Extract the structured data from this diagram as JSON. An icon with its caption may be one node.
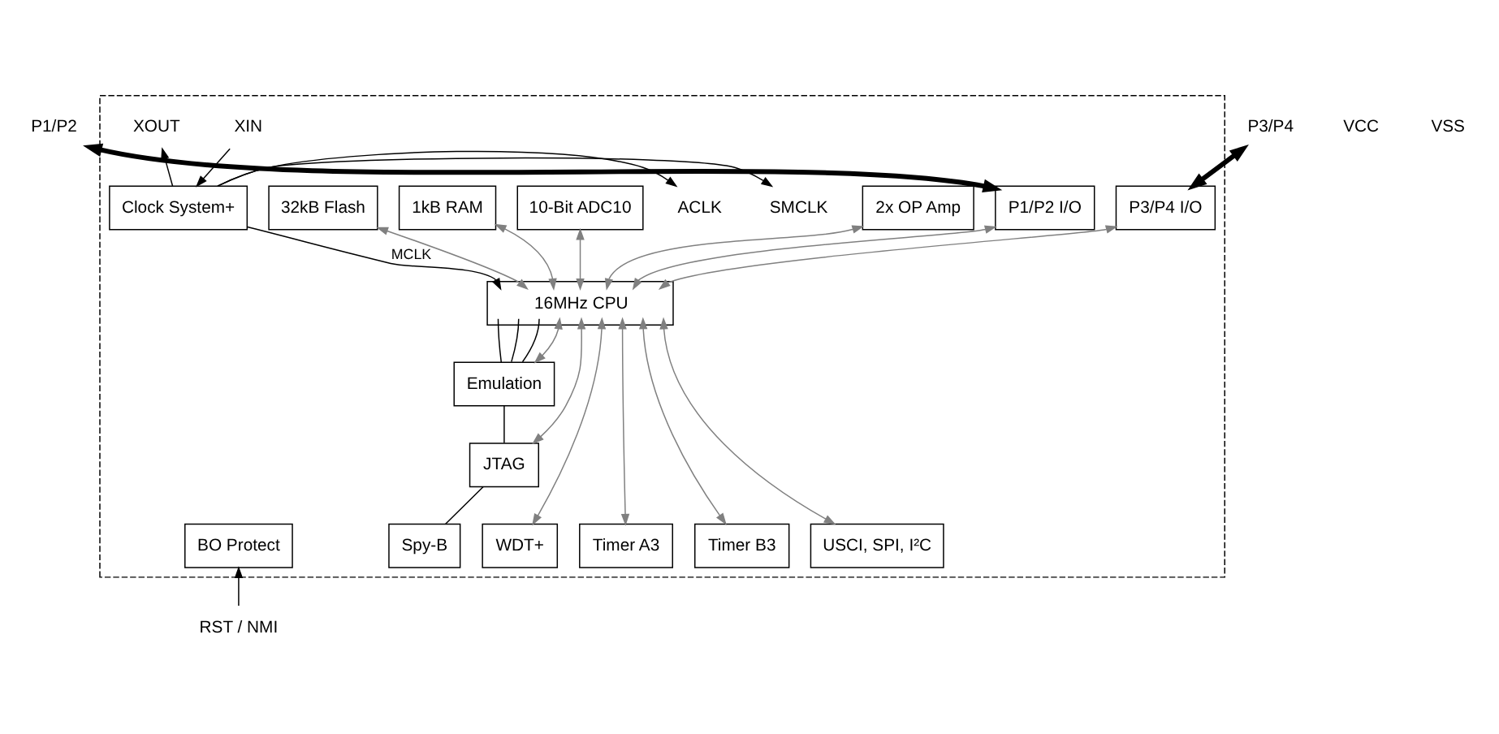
{
  "diagram": {
    "nodes": [
      {
        "text": [],
        "shape": "box"
      },
      {
        "text": [
          "Clock System+"
        ],
        "in": 0
      },
      {
        "text": [
          "32kB Flash"
        ],
        "in": 0
      },
      {
        "text": [
          "1kB RAM"
        ],
        "in": 0
      },
      {
        "text": [
          "10-Bit ADC10"
        ],
        "in": 0
      },
      {
        "text": [
          "2x OP Amp"
        ],
        "in": 0
      },
      {
        "text": [
          "P1/P2 I/O"
        ],
        "in": 0
      },
      {
        "text": [
          "P3/P4 I/O"
        ],
        "in": 0
      },
      {
        "text": [
          "16MHz CPU"
        ],
        "in": 0
      },
      {
        "text": [
          "Emulation"
        ],
        "in": 0
      },
      {
        "text": [
          "JTAG"
        ],
        "in": 0
      },
      {
        "text": [
          "Spy-B"
        ],
        "in": 0
      },
      {
        "text": [
          "BO Protect"
        ],
        "in": 0
      },
      {
        "text": [
          "WDT+"
        ],
        "in": 0
      },
      {
        "text": [
          "Timer A3"
        ],
        "in": 0
      },
      {
        "text": [
          "Timer B3"
        ],
        "in": 0
      },
      {
        "text": [
          "USCI, SPI, I²C"
        ],
        "in": 0
      },
      {
        "text": [
          "XIN"
        ],
        "in": 0
      },
      {
        "text": [
          "XOUT"
        ],
        "in": 0
      },
      {
        "text": [
          "ACLK"
        ],
        "in": 0
      },
      {
        "text": [
          "SMCLK"
        ],
        "in": 0
      },
      {
        "text": [
          "P1/P2"
        ]
      },
      {
        "text": [
          "P3/P4"
        ]
      },
      {
        "text": [
          "RST / NMI"
        ]
      }
    ],
    "edges": [
      {
        "from": 17,
        "to": 1,
        "arrow": "to"
      },
      {
        "from": 1,
        "to": 18,
        "arrow": "to"
      },
      {
        "from": 1,
        "to": 19,
        "arrow": "to"
      },
      {
        "from": 1,
        "to": 20,
        "arrow": "to"
      },
      {
        "from": 1,
        "to": 8,
        "arrow": "to",
        "label": "MCLK"
      },
      {
        "from": 21,
        "to": 6,
        "arrow": "both",
        "style": "thick"
      },
      {
        "from": 22,
        "to": 7,
        "arrow": "both",
        "style": "thick"
      },
      {
        "from": 23,
        "to": 12,
        "arrow": "to"
      },
      {
        "from": 8,
        "to": 9,
        "arrow": "none"
      },
      {
        "from": 8,
        "to": 9,
        "arrow": "none"
      },
      {
        "from": 8,
        "to": 9,
        "arrow": "none"
      },
      {
        "from": 9,
        "to": 10,
        "arrow": "none"
      },
      {
        "from": 10,
        "to": 11,
        "arrow": "none"
      },
      {
        "from": 8,
        "to": 2,
        "arrow": "both",
        "color": "#808080"
      },
      {
        "from": 8,
        "to": 3,
        "arrow": "both",
        "color": "#808080"
      },
      {
        "from": 8,
        "to": 4,
        "arrow": "both",
        "color": "#808080"
      },
      {
        "from": 8,
        "to": 5,
        "arrow": "both",
        "color": "#808080"
      },
      {
        "from": 8,
        "to": 6,
        "arrow": "both",
        "color": "#808080"
      },
      {
        "from": 8,
        "to": 7,
        "arrow": "both",
        "color": "#808080"
      },
      {
        "from": 8,
        "to": 13,
        "arrow": "both",
        "color": "#808080"
      },
      {
        "from": 8,
        "to": 14,
        "arrow": "both",
        "color": "#808080"
      },
      {
        "from": 8,
        "to": 15,
        "arrow": "both",
        "color": "#808080"
      },
      {
        "from": 8,
        "to": 16,
        "arrow": "both",
        "color": "#808080"
      },
      {
        "from": 8,
        "to": 9,
        "arrow": "both",
        "color": "#808080"
      },
      {
        "from": 8,
        "to": 10,
        "arrow": "both",
        "color": "#808080"
      }
    ],
    "labels": [
      "VCC",
      "VSS"
    ]
  }
}
